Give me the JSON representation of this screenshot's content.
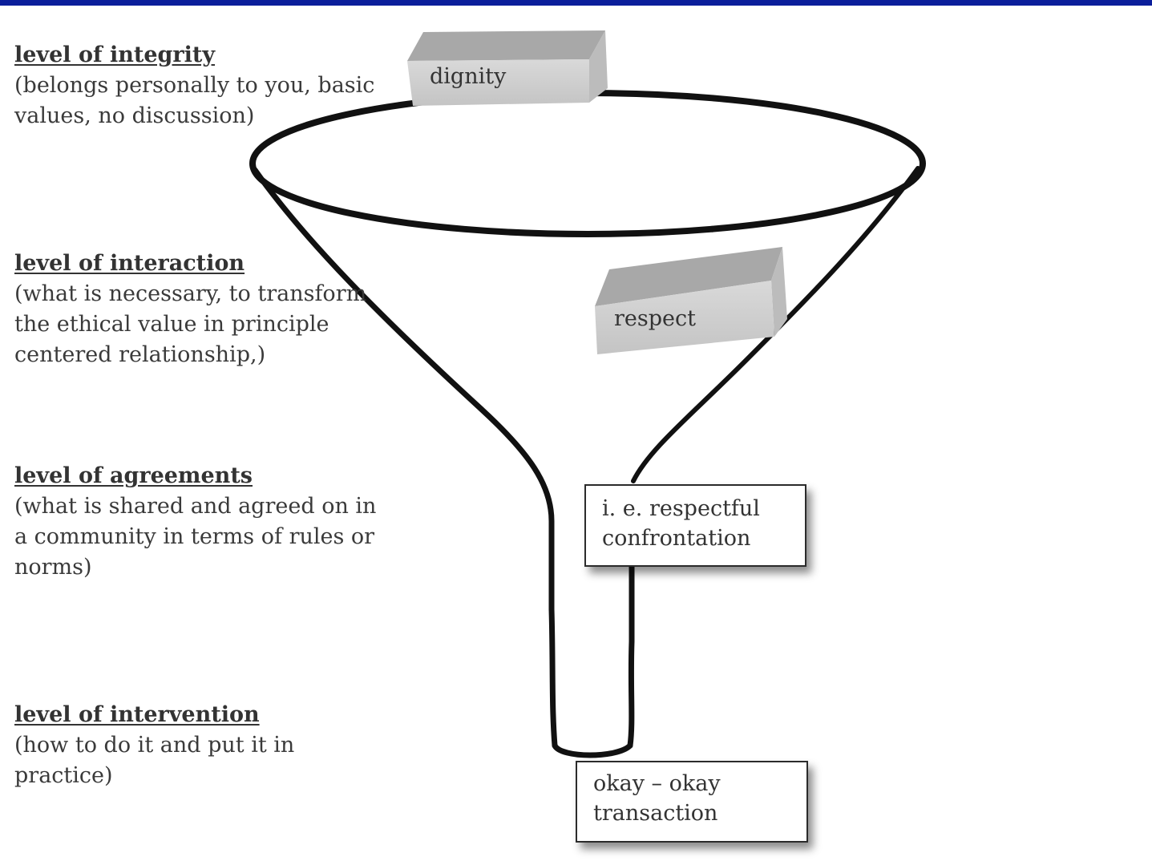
{
  "levels": [
    {
      "heading": "level of integrity",
      "description": "(belongs personally to you, basic\nvalues, no discussion)"
    },
    {
      "heading": "level of interaction",
      "description": "(what is necessary, to transform\nthe ethical value in principle\ncentered relationship,)"
    },
    {
      "heading": "level of agreements",
      "description": "(what is shared and agreed on in\na community  in terms of rules or\nnorms)"
    },
    {
      "heading": "level of intervention",
      "description": "(how to do it and put it in\npractice)"
    }
  ],
  "bricks": {
    "dignity": "dignity",
    "respect": "respect"
  },
  "callouts": {
    "confrontation": "i. e. respectful\nconfrontation",
    "transaction": "okay – okay\ntransaction"
  },
  "colors": {
    "top_bar": "#0b1e9b",
    "brick_top": "#a3a3a3",
    "brick_front": "#cfcfcf",
    "brick_side": "#bdbdbd",
    "outline": "#111111"
  }
}
